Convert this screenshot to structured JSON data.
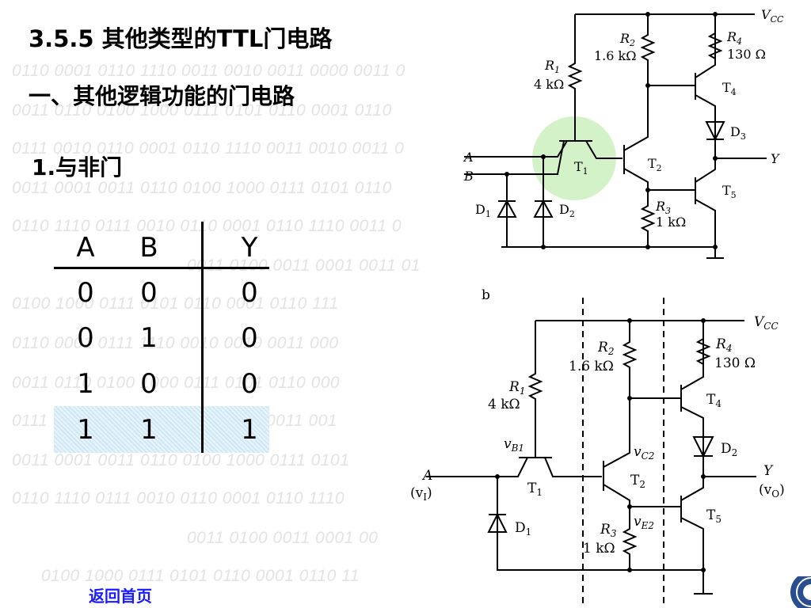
{
  "background_binary_lines": [
    "0110 0001 0110 1110 0011 0010 0011 0000 0011 0",
    "0011 0110 0100 1000 0111 0101 0110 0001 0110",
    "0111 0010 0110 0001 0110 1110 0011 0010 0011 0",
    "0011 0001 0011 0110 0100 1000 0111 0101 0110",
    "0110 1110 0111 0010 0110 0001 0110 1110 0011 0",
    "0011 0100 0011 0001 0011 01",
    "0100 1000 0111 0101 0110 0001 0110 111",
    "0110 0001 0111 1110 0010 0010 0011 000",
    "0011 0110 0100 1000 0111 0101 0110 000",
    "0111 0010 0110 0001 0110 1110 0011 001",
    "0011 0001 0011 0110 0100 1000 0111 0101",
    "0110 1110 0111 0010 0110 0001 0110 1110",
    "0011 0100 0011 0001 00",
    "0100 1000 0111 0101 0110 0001 0110 11"
  ],
  "title": "3.5.5 其他类型的TTL门电路",
  "section_heading": "一、其他逻辑功能的门电路",
  "sub_heading": "1.与非门",
  "truth_table": {
    "headers": [
      "A",
      "B",
      "Y"
    ],
    "rows": [
      [
        "0",
        "0",
        "0"
      ],
      [
        "0",
        "1",
        "0"
      ],
      [
        "1",
        "0",
        "0"
      ],
      [
        "1",
        "1",
        "1"
      ]
    ]
  },
  "circuit_top": {
    "vcc": "V",
    "vcc_sub": "CC",
    "r1": "R",
    "r1_sub": "1",
    "r1_val": "4 kΩ",
    "r2": "R",
    "r2_sub": "2",
    "r2_val": "1.6 kΩ",
    "r3": "R",
    "r3_sub": "3",
    "r3_val": "1 kΩ",
    "r4": "R",
    "r4_sub": "4",
    "r4_val": "130 Ω",
    "t1": "T",
    "t1_sub": "1",
    "t2": "T",
    "t2_sub": "2",
    "t4": "T",
    "t4_sub": "4",
    "t5": "T",
    "t5_sub": "5",
    "d1": "D",
    "d1_sub": "1",
    "d2": "D",
    "d2_sub": "2",
    "d3": "D",
    "d3_sub": "3",
    "in_a": "A",
    "in_b": "B",
    "out_y": "Y"
  },
  "circuit_bottom": {
    "vcc": "V",
    "vcc_sub": "CC",
    "r1": "R",
    "r1_sub": "1",
    "r1_val": "4 kΩ",
    "r2": "R",
    "r2_sub": "2",
    "r2_val": "1.6 kΩ",
    "r3": "R",
    "r3_sub": "3",
    "r3_val": "1 kΩ",
    "r4": "R",
    "r4_sub": "4",
    "r4_val": "130 Ω",
    "t1": "T",
    "t1_sub": "1",
    "t2": "T",
    "t2_sub": "2",
    "t4": "T",
    "t4_sub": "4",
    "t5": "T",
    "t5_sub": "5",
    "d1": "D",
    "d1_sub": "1",
    "d2": "D",
    "d2_sub": "2",
    "vb1": "v",
    "vb1_sub": "B1",
    "vc2": "v",
    "vc2_sub": "C2",
    "ve2": "v",
    "ve2_sub": "E2",
    "in_a": "A",
    "in_a_note": "(v",
    "in_a_note_sub": "I",
    "in_a_close": ")",
    "out_y": "Y",
    "out_y_note": "(v",
    "out_y_note_sub": "O",
    "out_y_close": ")",
    "stray_letter": "b"
  },
  "home_link": "返回首页",
  "colors": {
    "highlight_row": "#cfe8f5",
    "t1_circle": "#d4f2c8",
    "link": "#1a1aff",
    "watermark": "#e3e3e3"
  }
}
